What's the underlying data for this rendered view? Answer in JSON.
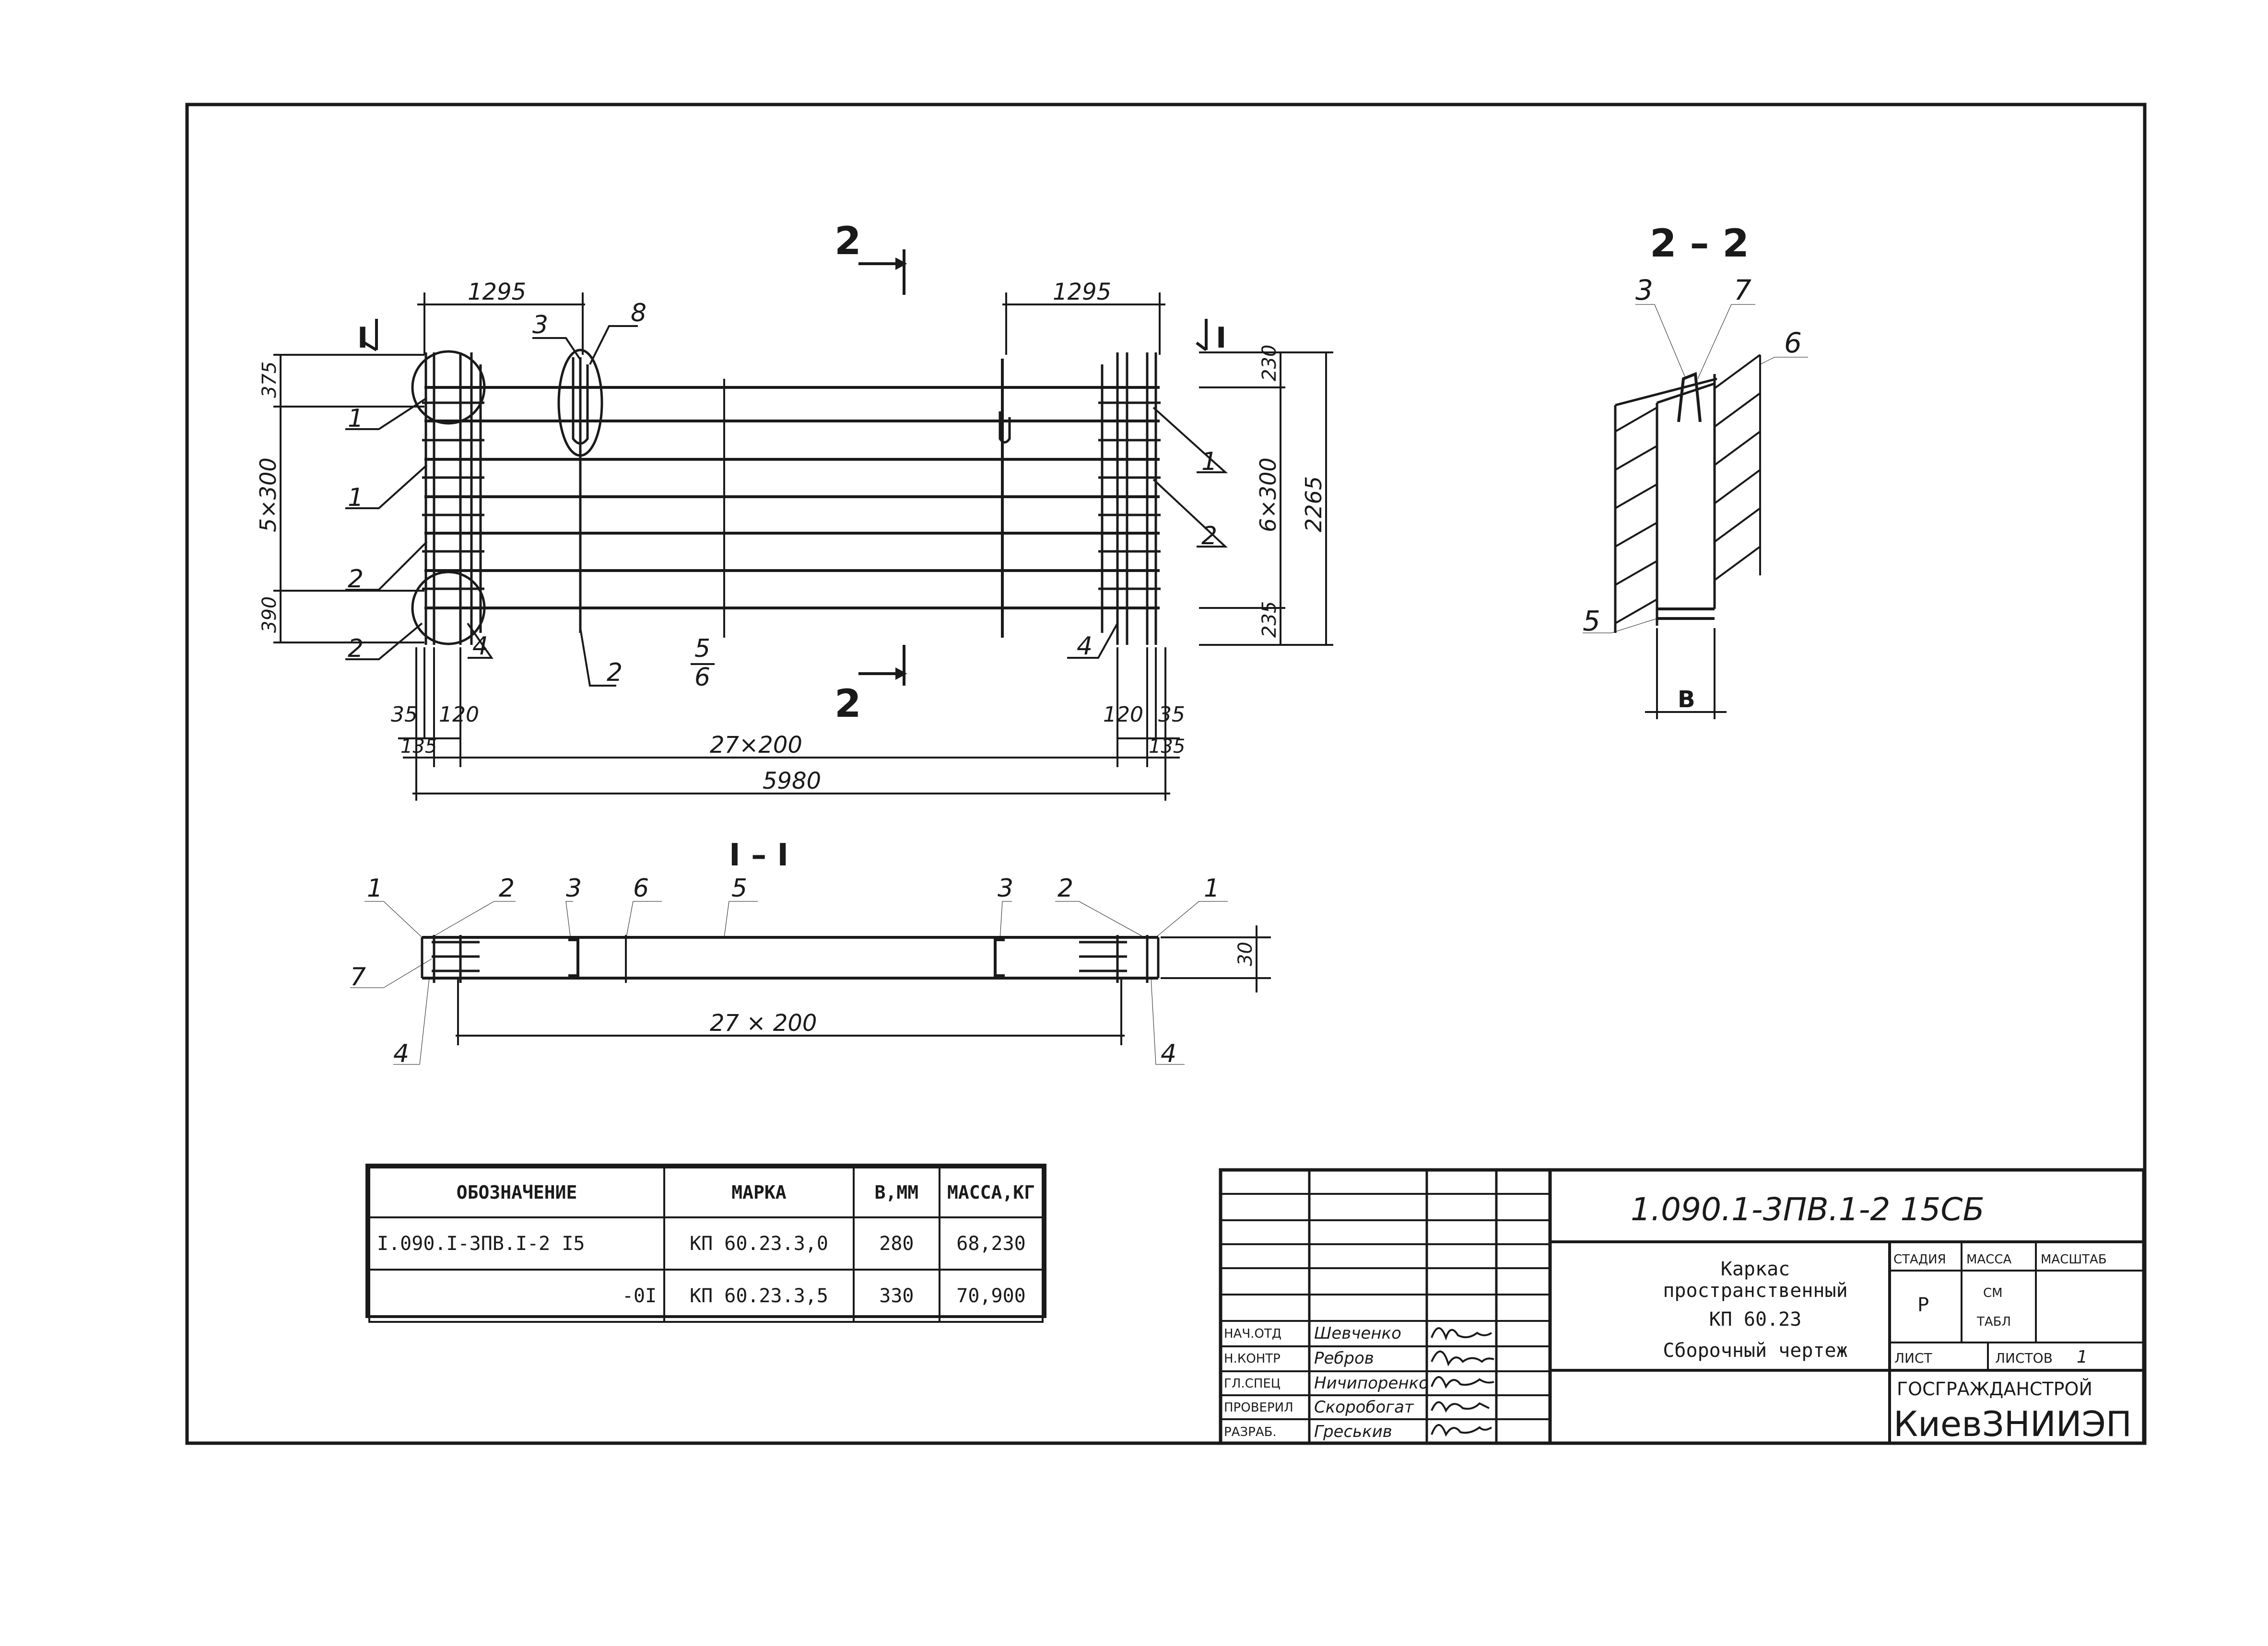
{
  "drawing": {
    "code": "1.090.1-3ПВ.1-2   15СБ",
    "title_lines": [
      "Каркас",
      "пространственный",
      "КП 60.23",
      "Сборочный чертеж"
    ],
    "organization": "ГОСГРАЖДАНСТРОЙ",
    "institute": "КиевЗНИИЭП",
    "stage_header": "СТАДИЯ",
    "mass_header": "МАССА",
    "scale_header": "МАСШТАБ",
    "stage_value": "Р",
    "mass_value_line1": "СМ",
    "mass_value_line2": "ТАБЛ",
    "sheet_label": "ЛИСТ",
    "sheets_label": "ЛИСТОВ",
    "sheets_value": "1"
  },
  "signatures": [
    {
      "role": "НАЧ.ОТД",
      "name": "Шевченко"
    },
    {
      "role": "Н.КОНТР",
      "name": "Ребров"
    },
    {
      "role": "ГЛ.СПЕЦ",
      "name": "Ничипоренко"
    },
    {
      "role": "ПРОВЕРИЛ",
      "name": "Скоробогат"
    },
    {
      "role": "РАЗРАБ.",
      "name": "Греськив"
    }
  ],
  "spec_table": {
    "headers": [
      "ОБОЗНАЧЕНИЕ",
      "МАРКА",
      "В,ММ",
      "МАССА,КГ"
    ],
    "rows": [
      [
        "I.090.I-3ПВ.I-2 I5",
        "КП 60.23.3,0",
        "280",
        "68,230"
      ],
      [
        "-0I",
        "КП 60.23.3,5",
        "330",
        "70,900"
      ]
    ]
  },
  "plan_view": {
    "section_mark": "2",
    "section_mark_left": "I",
    "dim_top_left": "1295",
    "dim_top_right": "1295",
    "dim_left_top": "375",
    "dim_left_mid": "5×300",
    "dim_left_bottom": "390",
    "dim_right_top": "230",
    "dim_right_mid": "6×300",
    "dim_right_bottom": "235",
    "dim_right_total": "2265",
    "dim_bottom_35_left": "35",
    "dim_bottom_120_left": "120",
    "dim_bottom_135_left": "135",
    "dim_bottom_spacing": "27×200",
    "dim_bottom_120_right": "120",
    "dim_bottom_35_right": "35",
    "dim_bottom_135_right": "135",
    "dim_bottom_total": "5980",
    "fraction_top": "5",
    "fraction_bottom": "6",
    "pos_1": "1",
    "pos_2": "2",
    "pos_3": "3",
    "pos_4": "4",
    "pos_8": "8"
  },
  "section_1_1": {
    "title": "I – I",
    "dim_spacing": "27 × 200",
    "dim_height": "30",
    "pos_1": "1",
    "pos_2": "2",
    "pos_3": "3",
    "pos_4": "4",
    "pos_5": "5",
    "pos_6": "6",
    "pos_7": "7"
  },
  "section_2_2": {
    "title": "2 – 2",
    "dim_width": "В",
    "pos_3": "3",
    "pos_5": "5",
    "pos_6": "6",
    "pos_7": "7"
  }
}
